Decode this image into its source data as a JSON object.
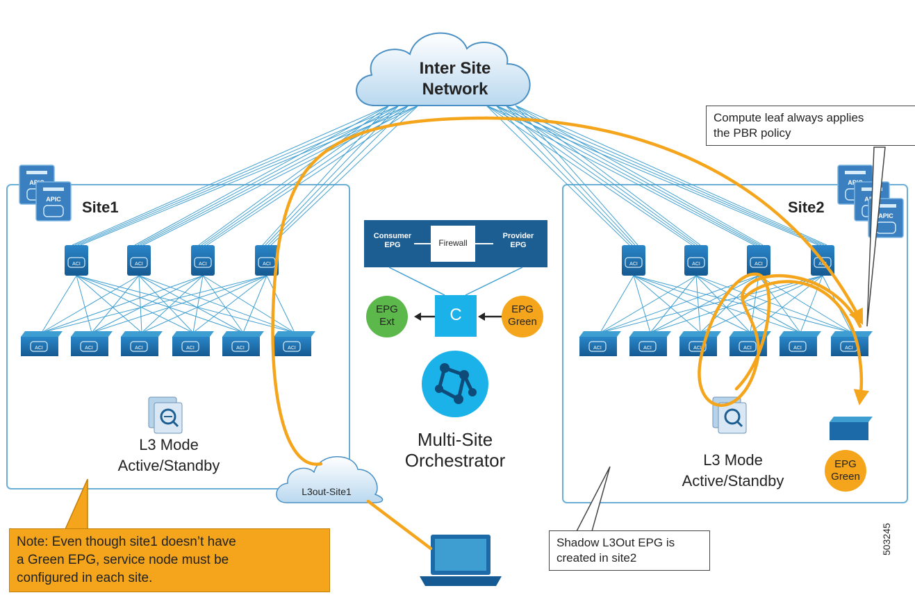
{
  "cloud": {
    "line1": "Inter Site",
    "line2": "Network"
  },
  "sites": {
    "site1": "Site1",
    "site2": "Site2"
  },
  "apic_label": "APIC",
  "acl_label": "ACI",
  "contract": {
    "consumer": [
      "Consumer",
      "EPG"
    ],
    "firewall": "Firewall",
    "provider": [
      "Provider",
      "EPG"
    ],
    "c_label": "C",
    "epg_ext": [
      "EPG",
      "Ext"
    ],
    "epg_green": [
      "EPG",
      "Green"
    ]
  },
  "orchestrator": {
    "line1": "Multi-Site",
    "line2": "Orchestrator"
  },
  "site1_service": {
    "line1": "L3 Mode",
    "line2": "Active/Standby"
  },
  "site2_service": {
    "line1": "L3 Mode",
    "line2": "Active/Standby"
  },
  "site2_epg": [
    "EPG",
    "Green"
  ],
  "l3out_cloud": "L3out-Site1",
  "callouts": {
    "compute": [
      "Compute leaf always applies",
      "the PBR policy"
    ],
    "shadow": [
      "Shadow L3Out EPG is",
      "created in site2"
    ]
  },
  "note": [
    "Note: Even though site1 doesn’t have",
    "a Green EPG, service node must be",
    "configured in each site."
  ],
  "figure_id": "503245",
  "colors": {
    "orange": "#f4a51c",
    "blue": "#1c6aa8",
    "teal": "#3e9ed1",
    "green": "#5cb84a",
    "cyan": "#1ab2e8"
  }
}
